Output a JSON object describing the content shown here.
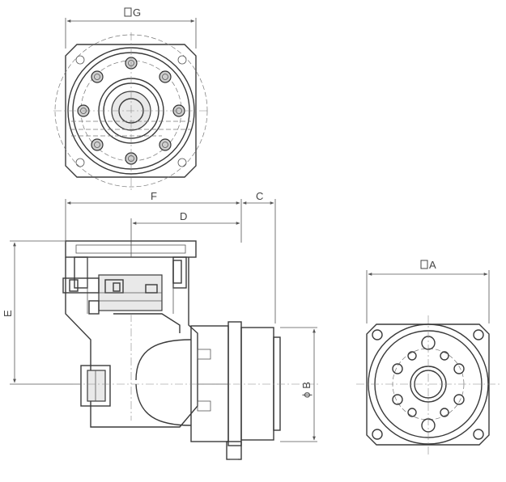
{
  "dimensions": {
    "g": "G",
    "f": "F",
    "c": "C",
    "d": "D",
    "e": "E",
    "b": "B",
    "a": "A",
    "diameter_symbol": "ϕ"
  }
}
